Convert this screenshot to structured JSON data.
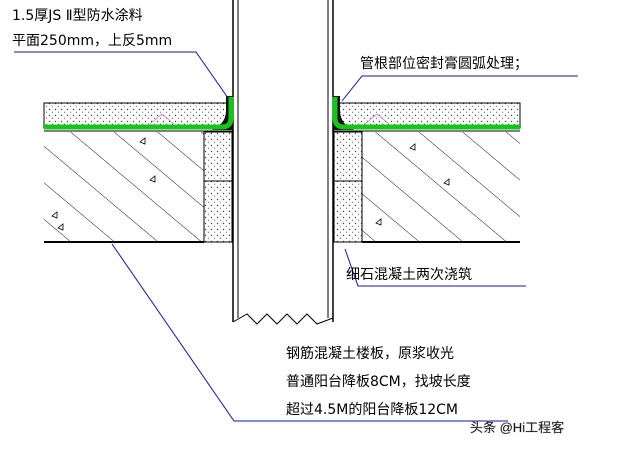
{
  "labels": {
    "top_left_line1": "1.5厚JS Ⅱ型防水涂料",
    "top_left_line2": "平面250mm，上反5mm",
    "top_right": "管根部位密封膏圆弧处理；",
    "right_middle": "细石混凝土两次浇筑",
    "bottom_line1": "钢筋混凝土楼板，原浆收光",
    "bottom_line2": "普通阳台降板8CM，找坡长度",
    "bottom_line3": "超过4.5M的阳台降板12CM"
  },
  "watermark": "头条 @Hi工程客",
  "colors": {
    "membrane": "#19c419",
    "leader": "#1414a0",
    "outline": "#000000"
  }
}
